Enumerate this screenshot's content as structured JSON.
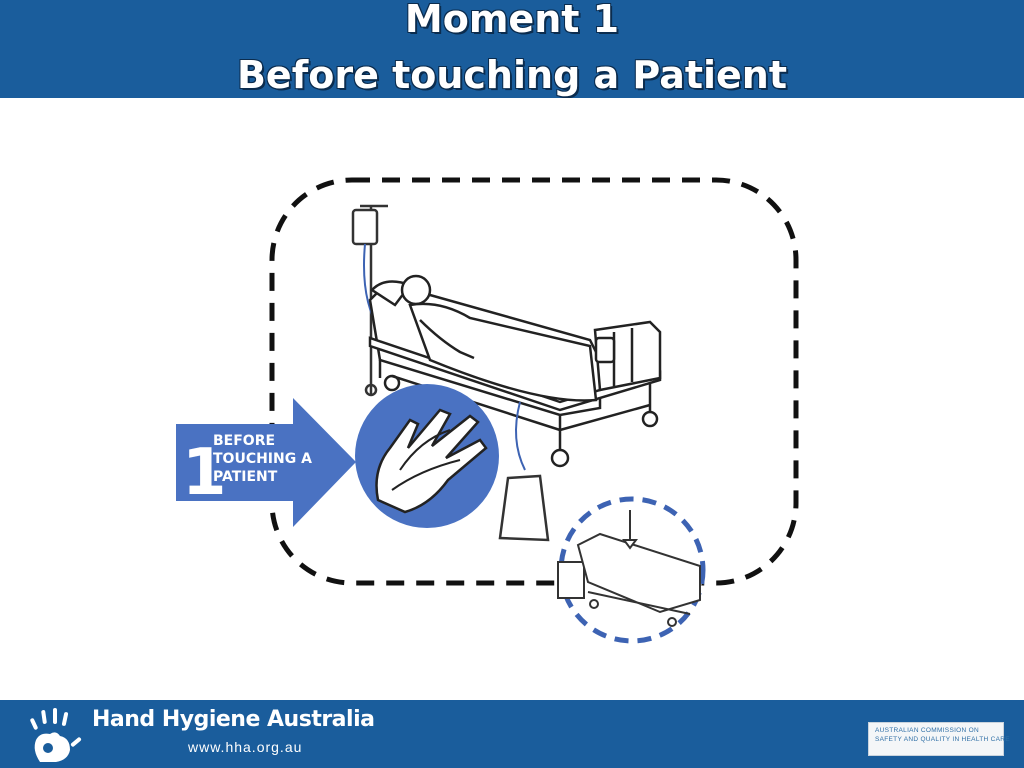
{
  "header": {
    "title_line1": "Moment 1",
    "title_line2": "Before touching a Patient"
  },
  "illustration": {
    "arrow_number": "1",
    "arrow_lines": [
      "BEFORE",
      "TOUCHING A",
      "PATIENT"
    ]
  },
  "footer": {
    "org_name": "Hand Hygiene Australia",
    "org_url": "www.hha.org.au",
    "partner_logo_lines": [
      "AUSTRALIAN COMMISSION ON",
      "SAFETY AND QUALITY IN HEALTH CARE"
    ]
  },
  "colors": {
    "header_blue": "#1a5d9c",
    "arrow_blue": "#4a72c2",
    "zone_dash": "#111111",
    "inset_dash": "#3d63b3"
  }
}
